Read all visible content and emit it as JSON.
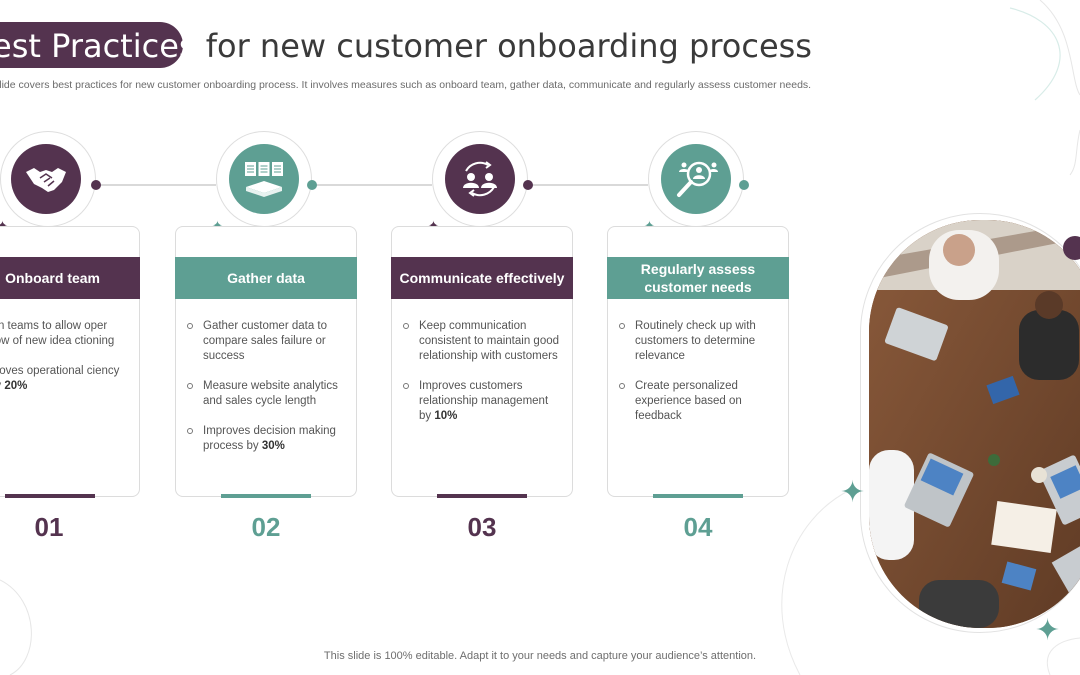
{
  "title": {
    "highlight": "est Practices",
    "rest": " for new customer onboarding process"
  },
  "subtitle": "slide covers best practices for new customer onboarding process. It involves measures such as onboard team, gather data, communicate and regularly assess customer needs.",
  "colors": {
    "purple": "#54334f",
    "teal": "#5e9f93",
    "border": "#dcdcdc",
    "text": "#4a4a4a"
  },
  "steps": [
    {
      "number": "01",
      "heading": "Onboard team",
      "icon": "handshake-icon",
      "color": "purple",
      "bullets": [
        {
          "text": "ign teams to allow oper flow of new idea ctioning",
          "bold": ""
        },
        {
          "text": "proves operational ciency by ",
          "bold": "20%"
        }
      ]
    },
    {
      "number": "02",
      "heading": "Gather data",
      "icon": "data-folders-icon",
      "color": "teal",
      "bullets": [
        {
          "text": "Gather customer data to compare sales failure or success",
          "bold": ""
        },
        {
          "text": "Measure website analytics and sales cycle length",
          "bold": ""
        },
        {
          "text": "Improves decision making process by ",
          "bold": "30%"
        }
      ]
    },
    {
      "number": "03",
      "heading": "Communicate effectively",
      "icon": "people-exchange-icon",
      "color": "purple",
      "bullets": [
        {
          "text": "Keep communication consistent to maintain good relationship with customers",
          "bold": ""
        },
        {
          "text": "Improves customers relationship management by ",
          "bold": "10%"
        }
      ]
    },
    {
      "number": "04",
      "heading": "Regularly assess customer needs",
      "icon": "magnifier-people-icon",
      "color": "teal",
      "bullets": [
        {
          "text": "Routinely check up with customers to determine relevance",
          "bold": ""
        },
        {
          "text": "Create personalized experience based on feedback",
          "bold": ""
        }
      ]
    }
  ],
  "photo": {
    "description_icon": "team-meeting-photo"
  },
  "footer": "This slide is 100% editable. Adapt it to your needs and capture your audience’s attention."
}
